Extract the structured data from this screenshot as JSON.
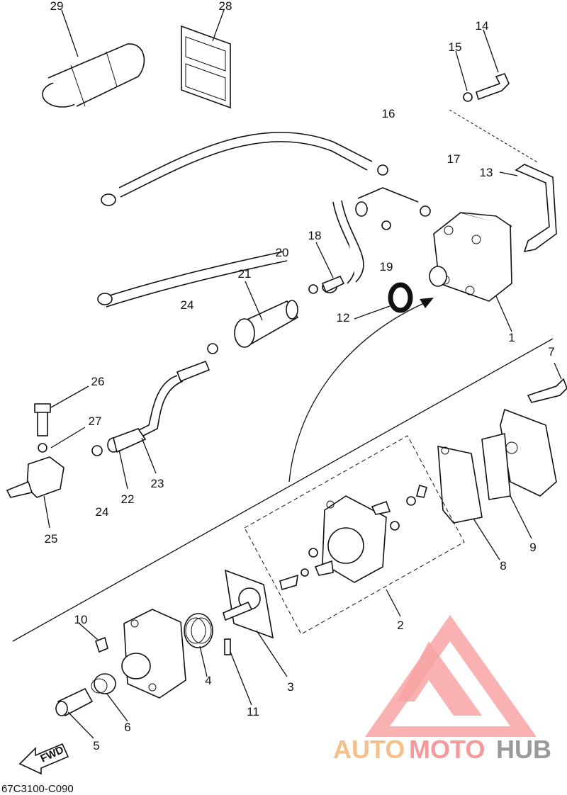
{
  "diagram": {
    "callouts": [
      {
        "id": "1",
        "label": "1"
      },
      {
        "id": "2",
        "label": "2"
      },
      {
        "id": "3",
        "label": "3"
      },
      {
        "id": "4",
        "label": "4"
      },
      {
        "id": "5",
        "label": "5"
      },
      {
        "id": "6",
        "label": "6"
      },
      {
        "id": "7",
        "label": "7"
      },
      {
        "id": "8",
        "label": "8"
      },
      {
        "id": "9",
        "label": "9"
      },
      {
        "id": "10",
        "label": "10"
      },
      {
        "id": "11",
        "label": "11"
      },
      {
        "id": "12",
        "label": "12"
      },
      {
        "id": "13",
        "label": "13"
      },
      {
        "id": "14",
        "label": "14"
      },
      {
        "id": "15",
        "label": "15"
      },
      {
        "id": "16",
        "label": "16"
      },
      {
        "id": "17",
        "label": "17"
      },
      {
        "id": "18",
        "label": "18"
      },
      {
        "id": "19",
        "label": "19"
      },
      {
        "id": "20",
        "label": "20"
      },
      {
        "id": "21",
        "label": "21"
      },
      {
        "id": "22",
        "label": "22"
      },
      {
        "id": "23",
        "label": "23"
      },
      {
        "id": "24a",
        "label": "24"
      },
      {
        "id": "24b",
        "label": "24"
      },
      {
        "id": "25",
        "label": "25"
      },
      {
        "id": "26",
        "label": "26"
      },
      {
        "id": "27",
        "label": "27"
      },
      {
        "id": "28",
        "label": "28"
      },
      {
        "id": "29",
        "label": "29"
      }
    ],
    "fwd_label": "FWD",
    "drawing_code": "67C3100-C090",
    "watermark": {
      "part1": "AUTO",
      "part2": "MOTO",
      "part3": "HUB",
      "colors": {
        "auto": "#f5c089",
        "moto": "#f59a9a",
        "hub": "#9a9a9a",
        "logo": "#f79a9a"
      }
    }
  }
}
